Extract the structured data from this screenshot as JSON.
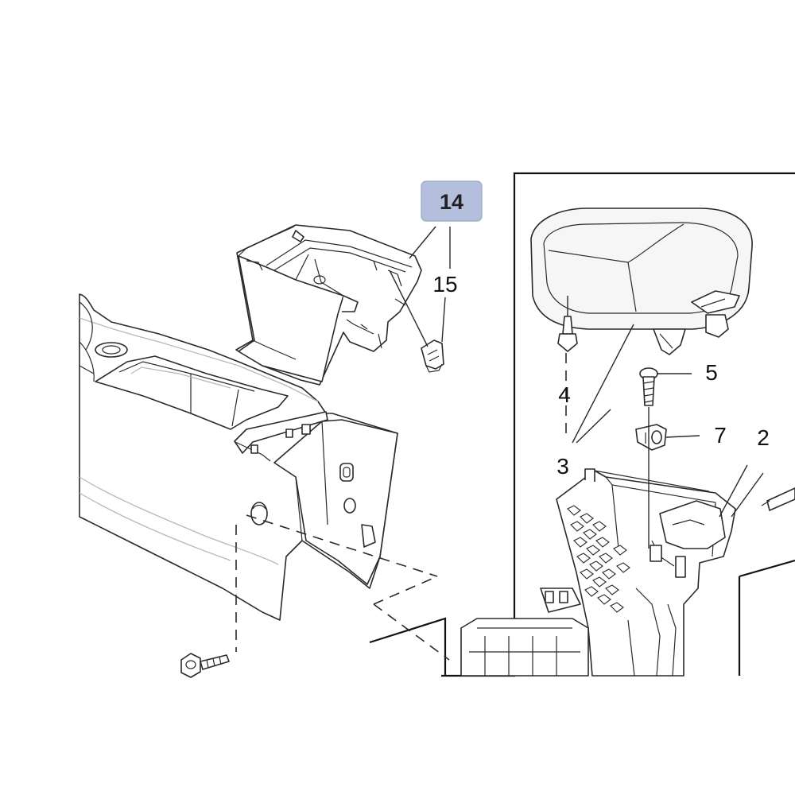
{
  "callouts": {
    "highlighted": "14",
    "c15": "15",
    "c5": "5",
    "c4": "4",
    "c7": "7",
    "c2": "2",
    "c3": "3"
  },
  "colors": {
    "highlight_fill": "#b3bfdd",
    "line": "#2a2a2a",
    "background": "#ffffff"
  }
}
